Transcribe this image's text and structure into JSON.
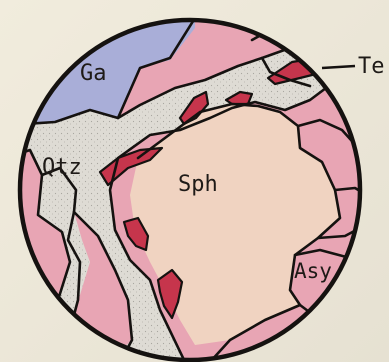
{
  "diagram": {
    "labels": {
      "ga": "Ga",
      "te": "Te",
      "qtz": "Qtz",
      "sph": "Sph",
      "asy": "Asy"
    },
    "colors": {
      "background": "#ece7d8",
      "ga": "#a9aed8",
      "qtz": "#dedbd4",
      "sph": "#f0d3c1",
      "host_pink": "#e8a5b4",
      "te": "#c6354c",
      "outline": "#151210"
    }
  }
}
